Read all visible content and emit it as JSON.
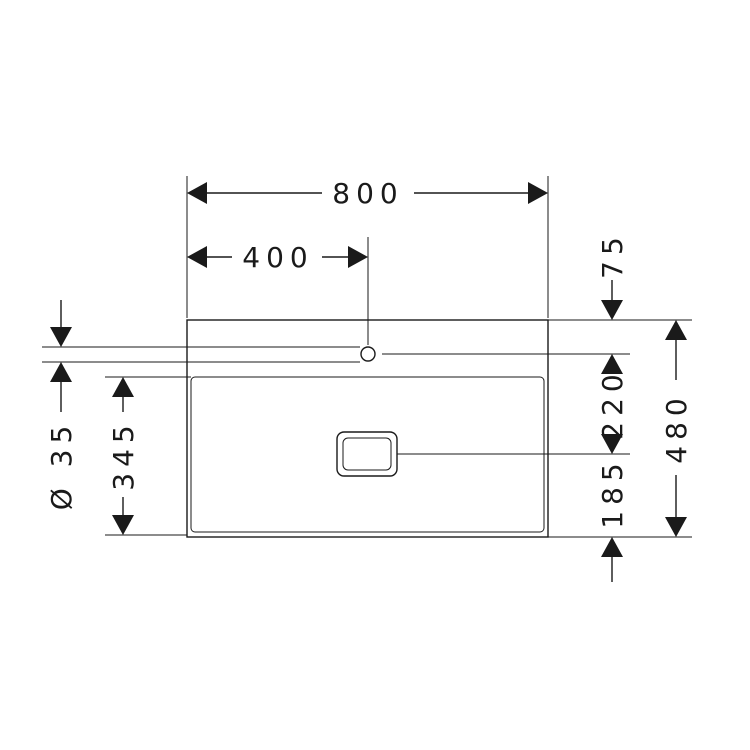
{
  "dimensions": {
    "overall_width": "800",
    "tap_offset": "400",
    "top_edge_to_tap": "75",
    "tap_to_drain": "220",
    "drain_to_bottom": "185",
    "overall_depth": "480",
    "tap_hole_diameter": "Ø 35",
    "bowl_depth": "345"
  },
  "colors": {
    "line": "#1a1a1a",
    "background": "#ffffff"
  }
}
